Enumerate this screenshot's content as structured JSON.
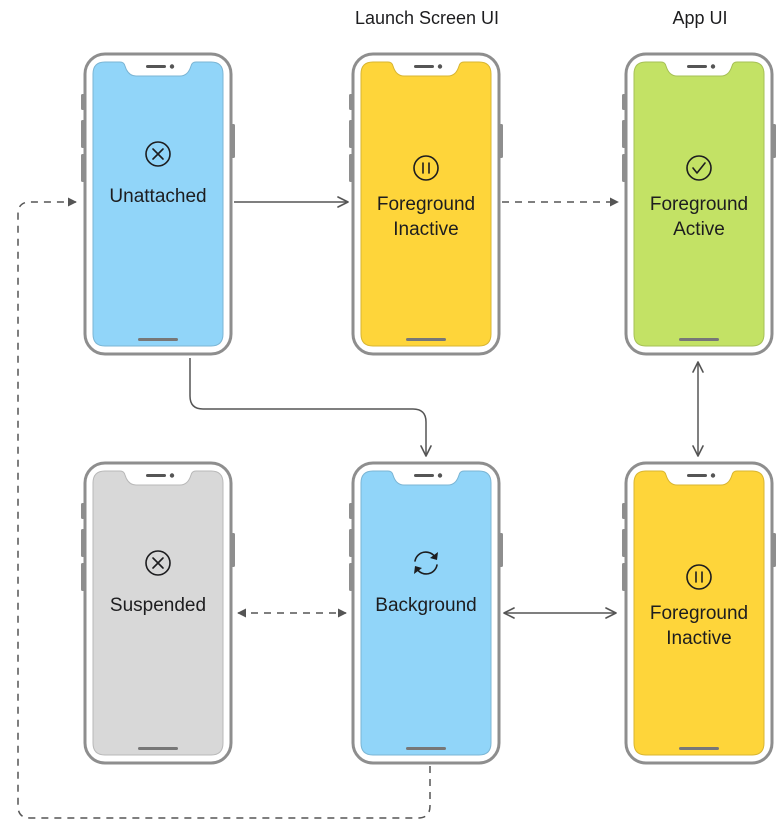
{
  "headers": {
    "launch_screen": "Launch Screen UI",
    "app": "App UI"
  },
  "colors": {
    "unattached": "#91d5f9",
    "foreground_inactive": "#fed53a",
    "foreground_active": "#c3e265",
    "background": "#91d5f9",
    "suspended": "#d8d8d8",
    "frame": "#8e8e8e",
    "arrow": "#555555"
  },
  "phones": [
    {
      "id": "unattached",
      "icon": "close-circle-icon",
      "lines": [
        "Unattached"
      ]
    },
    {
      "id": "launch-foreground-inactive",
      "icon": "pause-circle-icon",
      "lines": [
        "Foreground",
        "Inactive"
      ]
    },
    {
      "id": "foreground-active",
      "icon": "checkmark-circle-icon",
      "lines": [
        "Foreground",
        "Active"
      ]
    },
    {
      "id": "suspended",
      "icon": "close-circle-icon",
      "lines": [
        "Suspended"
      ]
    },
    {
      "id": "background",
      "icon": "refresh-arrows-icon",
      "lines": [
        "Background"
      ]
    },
    {
      "id": "app-foreground-inactive",
      "icon": "pause-circle-icon",
      "lines": [
        "Foreground",
        "Inactive"
      ]
    }
  ]
}
